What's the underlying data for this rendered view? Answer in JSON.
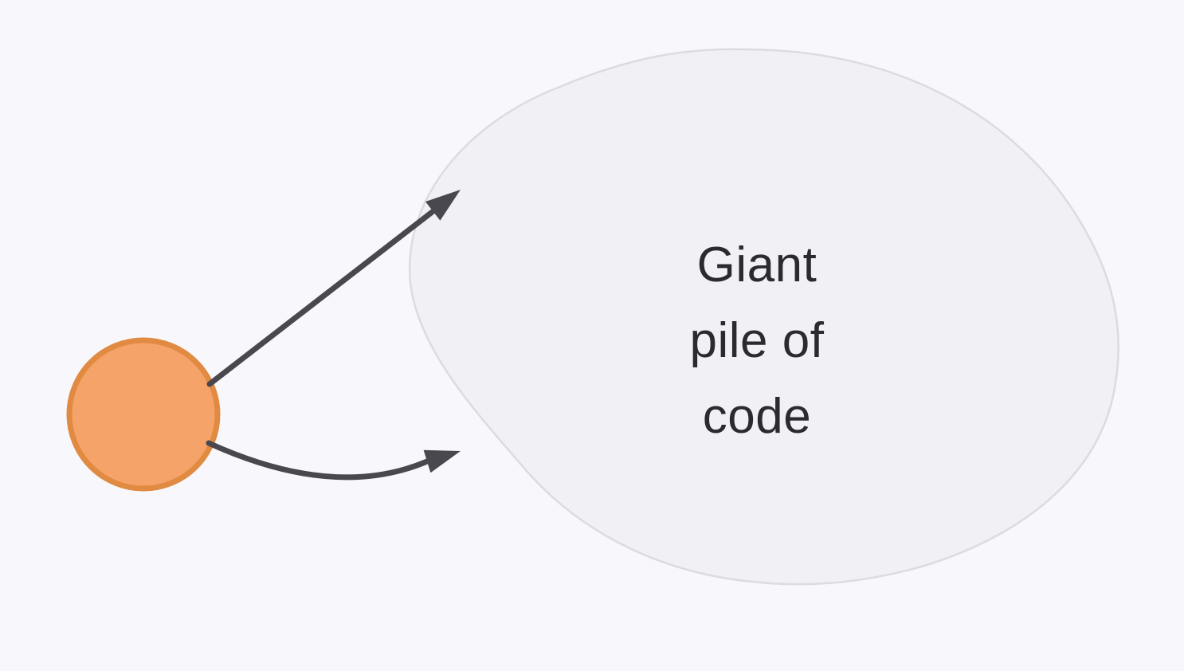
{
  "nodes": {
    "code_pile": {
      "shape": "blob",
      "label_lines": [
        "Giant",
        "pile of",
        "code"
      ]
    },
    "orange_circle": {
      "shape": "circle"
    }
  },
  "connectors": [
    {
      "name": "arrow-top",
      "style": "straight",
      "head": "solid-triangle"
    },
    {
      "name": "arrow-bottom",
      "style": "curved",
      "head": "solid-triangle"
    }
  ],
  "colors": {
    "background": "#f8f7fc",
    "blob-fill": "#f1f0f4",
    "blob-stroke": "#dcdbdf",
    "circle-fill": "#f6a369",
    "circle-stroke": "#e08a42",
    "arrow-color": "#4a484f",
    "label-color": "#2b2a2f"
  }
}
